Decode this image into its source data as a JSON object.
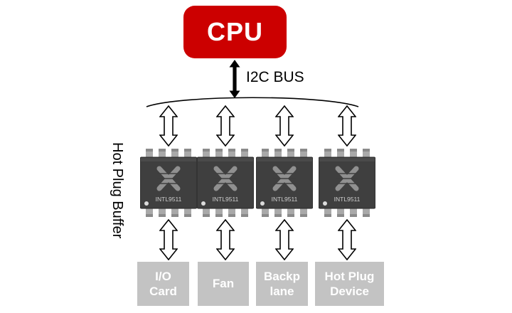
{
  "cpu": {
    "label": "CPU"
  },
  "bus": {
    "label": "I2C BUS"
  },
  "buffer_group_label": "Hot Plug Buffer",
  "chips": [
    {
      "label": "INTL9511"
    },
    {
      "label": "INTL9511"
    },
    {
      "label": "INTL9511"
    },
    {
      "label": "INTL9511"
    }
  ],
  "devices": [
    {
      "label": "I/O Card"
    },
    {
      "label": "Fan"
    },
    {
      "label": "Backp lane"
    },
    {
      "label": "Hot Plug Device"
    }
  ],
  "colors": {
    "cpu_fill": "#cc0000",
    "device_fill": "#c3c3c3",
    "chip_body": "#3f3f3f",
    "arrow_outline": "#000000"
  }
}
